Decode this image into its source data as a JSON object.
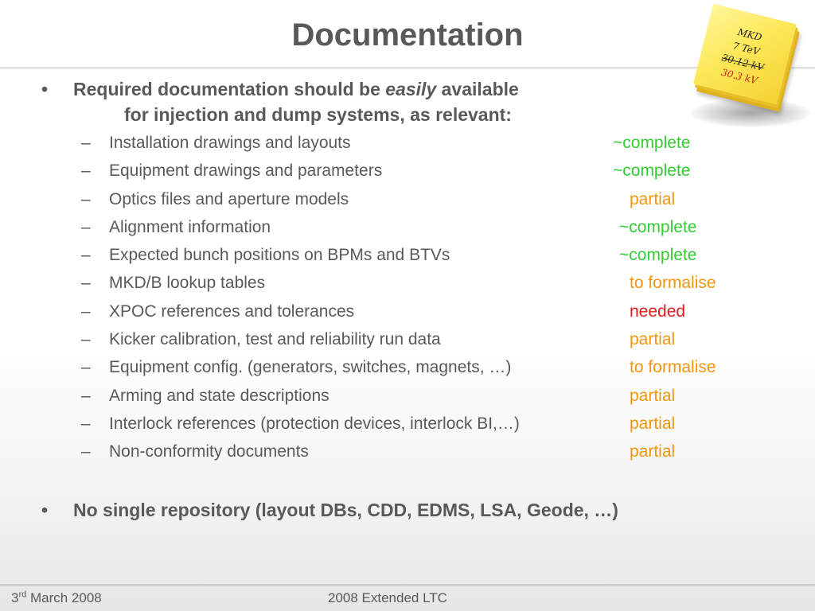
{
  "slide": {
    "title": "Documentation"
  },
  "bullets": [
    {
      "text_before": "Required documentation should be ",
      "text_em": "easily",
      "text_after": " available",
      "continuation": "for  injection and dump systems, as relevant:"
    },
    {
      "text": "No single repository (layout DBs, CDD, EDMS, LSA, Geode, …)"
    }
  ],
  "items": [
    {
      "label": "Installation drawings and layouts",
      "status": "~complete",
      "status_color": "#33cc33"
    },
    {
      "label": "Equipment drawings and parameters",
      "status": "~complete",
      "status_color": "#33cc33"
    },
    {
      "label": "Optics files and aperture models",
      "status": "partial",
      "status_color": "#f0960f"
    },
    {
      "label": "Alignment information",
      "status": "~complete",
      "status_color": "#33cc33"
    },
    {
      "label": "Expected bunch positions on BPMs and BTVs",
      "status": "~complete",
      "status_color": "#33cc33"
    },
    {
      "label": "MKD/B lookup tables",
      "status": "to formalise",
      "status_color": "#f0960f"
    },
    {
      "label": "XPOC references and tolerances",
      "status": "needed",
      "status_color": "#e21c1c"
    },
    {
      "label": "Kicker calibration, test and reliability run data",
      "status": "partial",
      "status_color": "#f0960f"
    },
    {
      "label": "Equipment config. (generators, switches, magnets, …)",
      "status": "to formalise",
      "status_color": "#f0960f"
    },
    {
      "label": "Arming and state descriptions",
      "status": "partial",
      "status_color": "#f0960f"
    },
    {
      "label": "Interlock references (protection devices, interlock BI,…)",
      "status": "partial",
      "status_color": "#f0960f"
    },
    {
      "label": "Non-conformity documents",
      "status": "partial",
      "status_color": "#f0960f"
    }
  ],
  "sticky_note": {
    "line1": "MKD",
    "line2": "7 TeV",
    "line3": "30.12 kV",
    "line4": "30.3 kV"
  },
  "footer": {
    "date_day": "3",
    "date_sup": "rd",
    "date_rest": " March 2008",
    "event": "2008 Extended LTC"
  }
}
